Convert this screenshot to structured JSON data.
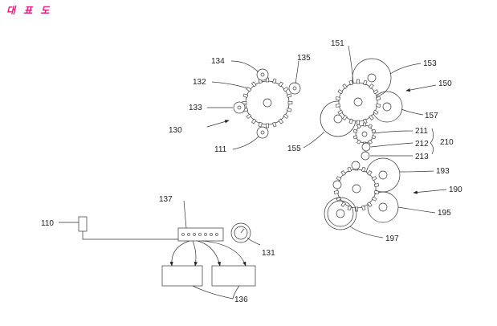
{
  "title": "대 표 도",
  "labels": {
    "l110": "110",
    "l111": "111",
    "l130": "130",
    "l131": "131",
    "l132": "132",
    "l133": "133",
    "l134": "134",
    "l135": "135",
    "l136": "136",
    "l137": "137",
    "l150": "150",
    "l151": "151",
    "l153": "153",
    "l155": "155",
    "l157": "157",
    "l190": "190",
    "l193": "193",
    "l195": "195",
    "l197": "197",
    "l210": "210",
    "l211": "211",
    "l212": "212",
    "l213": "213"
  },
  "colors": {
    "title": "#e6197d",
    "line": "#333333"
  }
}
